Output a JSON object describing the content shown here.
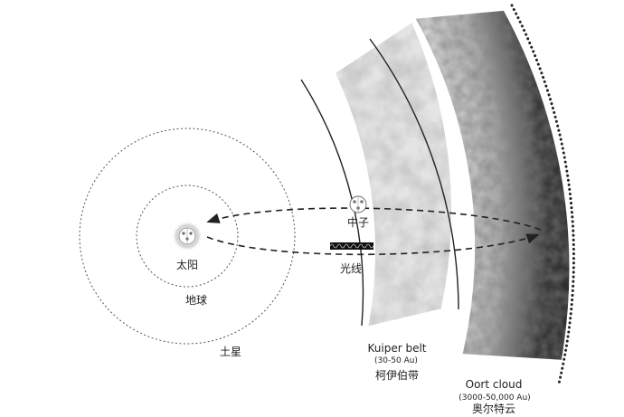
{
  "labels": {
    "sun": "太阳",
    "earth": "地球",
    "saturn": "土星",
    "neutron": "中子",
    "light": "光线",
    "kuiper_en": "Kuiper belt",
    "kuiper_range": "(30-50 Au)",
    "kuiper_cn": "柯伊伯带",
    "oort_en": "Oort cloud",
    "oort_range": "(3000-50,000 Au)",
    "oort_cn": "奥尔特云"
  },
  "colors": {
    "line": "#222222",
    "orbit": "#555555",
    "cloud_dark": "#333333",
    "cloud_light": "#d8d8d8"
  }
}
